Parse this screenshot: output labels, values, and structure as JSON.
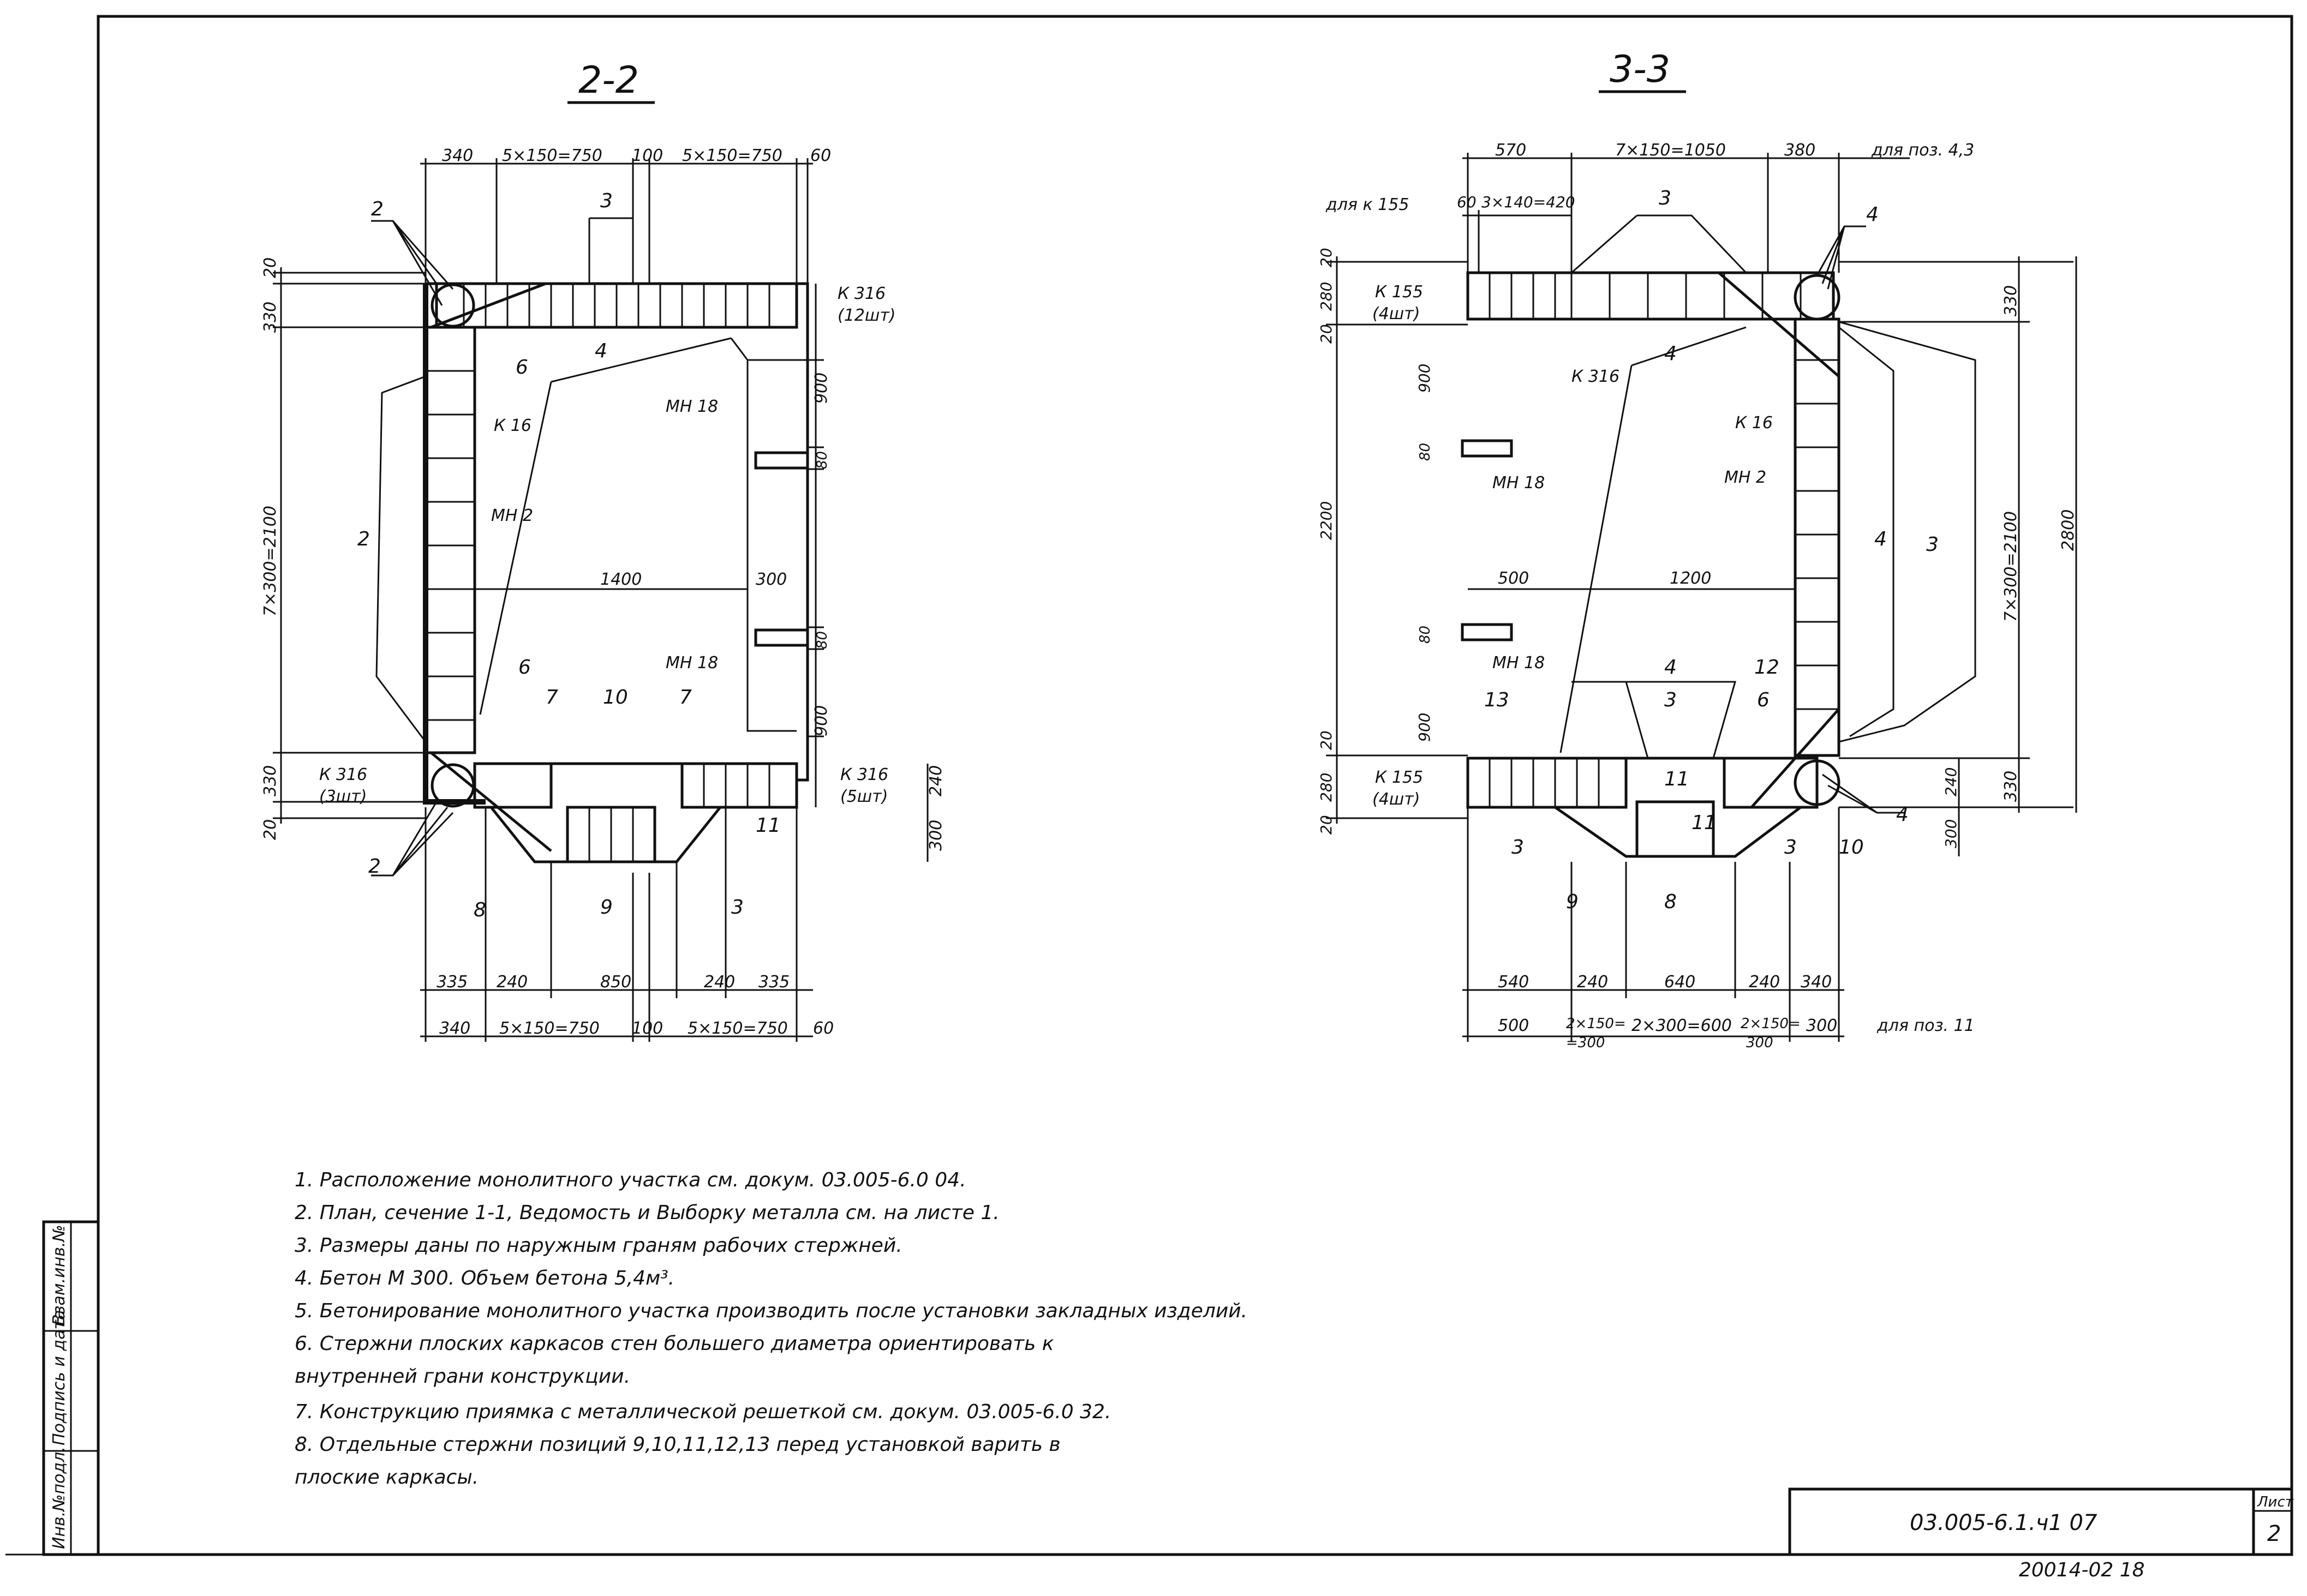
{
  "sections": {
    "s22": {
      "title": "2-2",
      "top_dims": [
        "340",
        "5×150=750",
        "100",
        "5×150=750",
        "60"
      ],
      "bottom_dims1": [
        "335",
        "240",
        "850",
        "240",
        "335"
      ],
      "bottom_dims2": [
        "340",
        "5×150=750",
        "100",
        "5×150=750",
        "60"
      ],
      "left_dims": [
        "20",
        "330",
        "7×300=2100",
        "330",
        "20"
      ],
      "right_dims": [
        "900",
        "80",
        "80",
        "900",
        "240",
        "300"
      ],
      "inner_dims": [
        "1400",
        "300"
      ],
      "labels": {
        "k316_top": "К 316",
        "k316_top_count": "(12шт)",
        "k316_left": "К 316",
        "k316_left_count": "(3шт)",
        "k316_right": "К 316",
        "k316_right_count": "(5шт)",
        "k16": "К 16",
        "mn2": "МН 2",
        "mn18_a": "МН 18",
        "mn18_b": "МН 18"
      },
      "positions": [
        "2",
        "3",
        "6",
        "4",
        "2",
        "6",
        "7",
        "10",
        "7",
        "2",
        "8",
        "9",
        "3",
        "11"
      ]
    },
    "s33": {
      "title": "3-3",
      "top_dims": [
        "570",
        "7×150=1050",
        "380",
        "для поз. 4,3"
      ],
      "top_dims2": [
        "для к 155",
        "60",
        "3×140=420"
      ],
      "bottom_dims1": [
        "540",
        "240",
        "640",
        "240",
        "340"
      ],
      "bottom_dims2": [
        "500",
        "2×150=",
        "=300",
        "2×300=600",
        "2×150=",
        "300",
        "300",
        "для поз. 11"
      ],
      "left_dims": [
        "20",
        "280",
        "20",
        "900",
        "80",
        "2200",
        "80",
        "900",
        "20",
        "280",
        "20"
      ],
      "right_dims": [
        "330",
        "7×300=2100",
        "330",
        "2800",
        "240",
        "300"
      ],
      "inner_dims": [
        "500",
        "1200"
      ],
      "labels": {
        "k155_top": "К 155",
        "k155_top_count": "(4шт)",
        "k155_bottom": "К 155",
        "k155_bottom_count": "(4шт)",
        "k316": "К 316",
        "k16": "К 16",
        "mn2": "МН 2",
        "mn18_a": "МН 18",
        "mn18_b": "МН 18"
      },
      "positions": [
        "3",
        "4",
        "4",
        "4",
        "3",
        "4",
        "3",
        "13",
        "4",
        "3",
        "12",
        "6",
        "11",
        "11",
        "3",
        "3",
        "9",
        "8",
        "10",
        "4"
      ]
    }
  },
  "notes": [
    "1. Расположение   монолитного   участка   см. докум.  03.005-6.0   04.",
    "2. План,              сечение 1-1, Ведомость и Выборку металла  см. на листе 1.",
    "3. Размеры   даны   по наружным   граням рабочих   стержней.",
    "4. Бетон    М 300.  Объем бетона 5,4м³.",
    "5. Бетонирование   монолитного участка  производить  после установки закладных  изделий.",
    "6. Стержни   плоских   каркасов   стен   большего  диаметра   ориентировать  к",
    "    внутренней   грани   конструкции.",
    "7. Конструкцию   приямка   с металлической  решеткой   см.  докум.  03.005-6.0  32.",
    "8. Отдельные   стержни   позиций  9,10,11,12,13  перед  установкой  варить  в",
    "    плоские   каркасы."
  ],
  "sidebar": [
    "Инв.№подл.",
    "Подпись и дата",
    "Взам.инв.№"
  ],
  "title_block": {
    "doc_code": "03.005-6.1.ч1  07",
    "sheet_label": "Лист",
    "sheet_number": "2",
    "stamp": "20014-02   18"
  }
}
